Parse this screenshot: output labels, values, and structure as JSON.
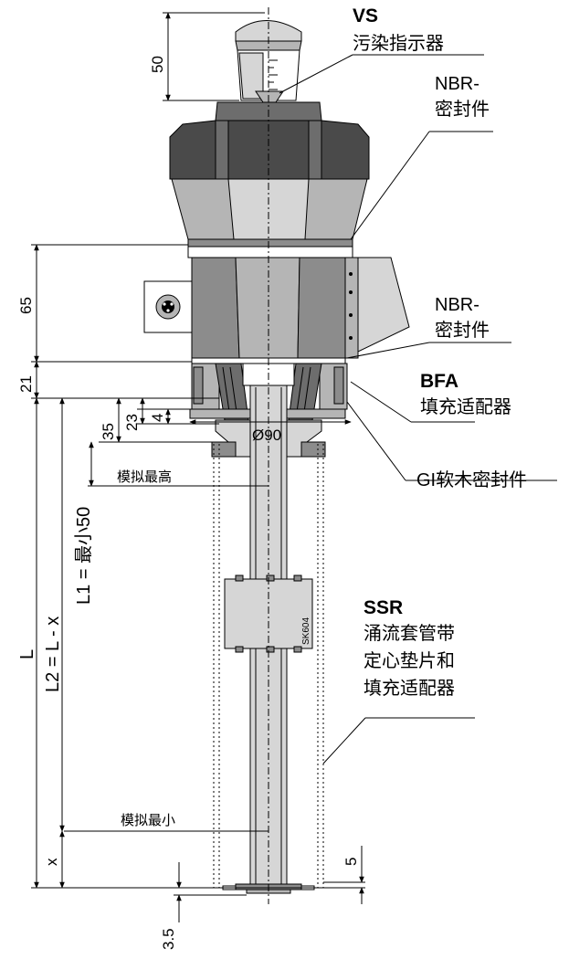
{
  "labels": {
    "vs_code": "VS",
    "vs_name": "污染指示器",
    "nbr1_line1": "NBR-",
    "nbr1_line2": "密封件",
    "nbr2_line1": "NBR-",
    "nbr2_line2": "密封件",
    "bfa_code": "BFA",
    "bfa_name": "填充适配器",
    "gi_seal": "GI软木密封件",
    "ssr_code": "SSR",
    "ssr_line1": "涌流套管带",
    "ssr_line2": "定心垫片和",
    "ssr_line3": "填充适配器",
    "sim_max": "模拟最高",
    "sim_min": "模拟最小",
    "stamp": "SK604"
  },
  "dimensions": {
    "d50": "50",
    "d65": "65",
    "d21": "21",
    "d35": "35",
    "d23": "23",
    "d4": "4",
    "dia90": "Ø90",
    "l1": "L1 = 最小50",
    "l2": "L2 = L - x",
    "l": "L",
    "x": "x",
    "d5": "5",
    "d3_5": "3.5"
  },
  "colors": {
    "line": "#000000",
    "dark_gray": "#4a4a4a",
    "mid_gray": "#8c8c8c",
    "light_gray": "#d6d6d6"
  }
}
